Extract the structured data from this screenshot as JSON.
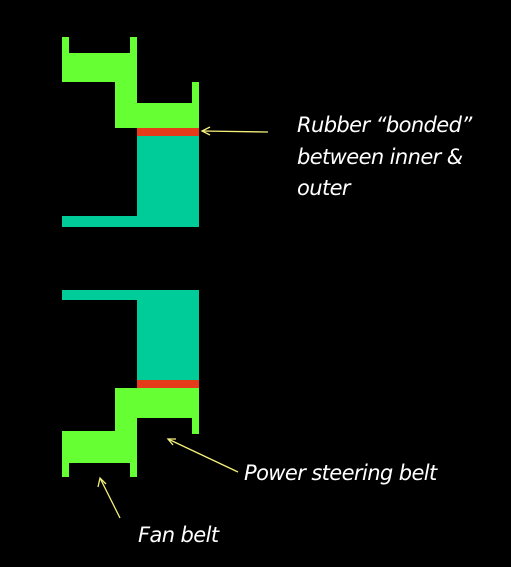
{
  "colors": {
    "background": "#000000",
    "outer_pulley": "#66ff33",
    "inner_hub": "#00cc99",
    "rubber_bond": "#e63b1a",
    "arrow": "#f5f07a",
    "text": "#ffffff"
  },
  "labels": {
    "rubber_line1": "Rubber “bonded”",
    "rubber_line2": "between inner &",
    "rubber_line3": "outer",
    "power_steering": "Power steering belt",
    "fan_belt": "Fan belt"
  }
}
